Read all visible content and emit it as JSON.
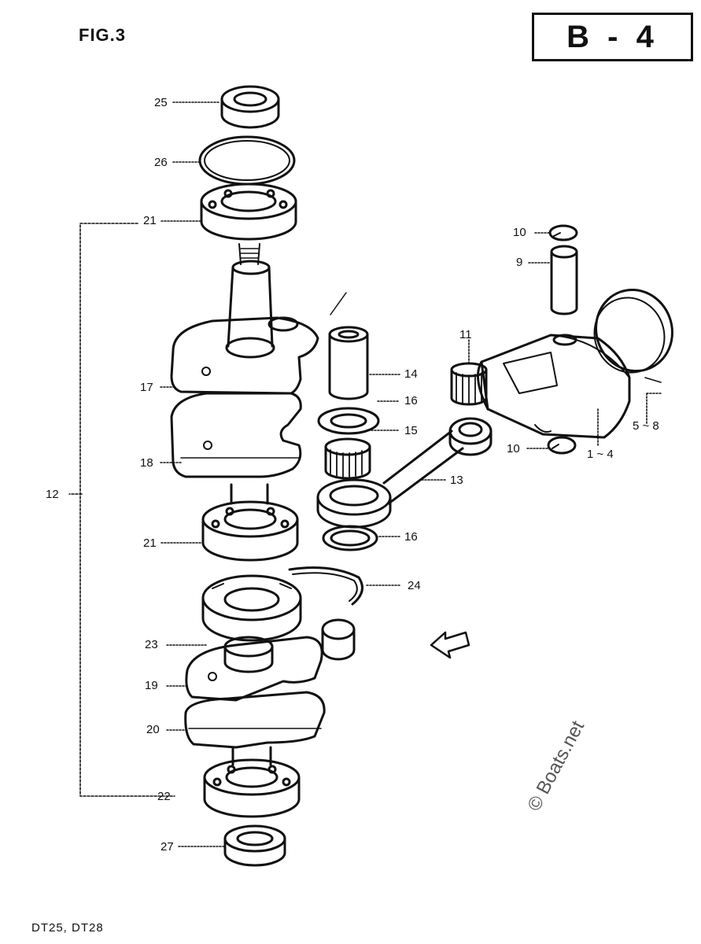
{
  "figure": {
    "title": "FIG.3",
    "section_code": "B - 4",
    "models": "DT25, DT28",
    "watermark": "© Boats.net"
  },
  "callouts": [
    {
      "id": "c25",
      "label": "25"
    },
    {
      "id": "c26",
      "label": "26"
    },
    {
      "id": "c21a",
      "label": "21"
    },
    {
      "id": "c10a",
      "label": "10"
    },
    {
      "id": "c9",
      "label": "9"
    },
    {
      "id": "c11",
      "label": "11"
    },
    {
      "id": "c14",
      "label": "14"
    },
    {
      "id": "c17",
      "label": "17"
    },
    {
      "id": "c16a",
      "label": "16"
    },
    {
      "id": "c15",
      "label": "15"
    },
    {
      "id": "c5-8",
      "label": "5 ~ 8"
    },
    {
      "id": "c10b",
      "label": "10"
    },
    {
      "id": "c1-4",
      "label": "1 ~ 4"
    },
    {
      "id": "c18",
      "label": "18"
    },
    {
      "id": "c13",
      "label": "13"
    },
    {
      "id": "c12",
      "label": "12"
    },
    {
      "id": "c16b",
      "label": "16"
    },
    {
      "id": "c21b",
      "label": "21"
    },
    {
      "id": "c24",
      "label": "24"
    },
    {
      "id": "c23",
      "label": "23"
    },
    {
      "id": "c19",
      "label": "19"
    },
    {
      "id": "c20",
      "label": "20"
    },
    {
      "id": "c22",
      "label": "22"
    },
    {
      "id": "c27",
      "label": "27"
    }
  ]
}
